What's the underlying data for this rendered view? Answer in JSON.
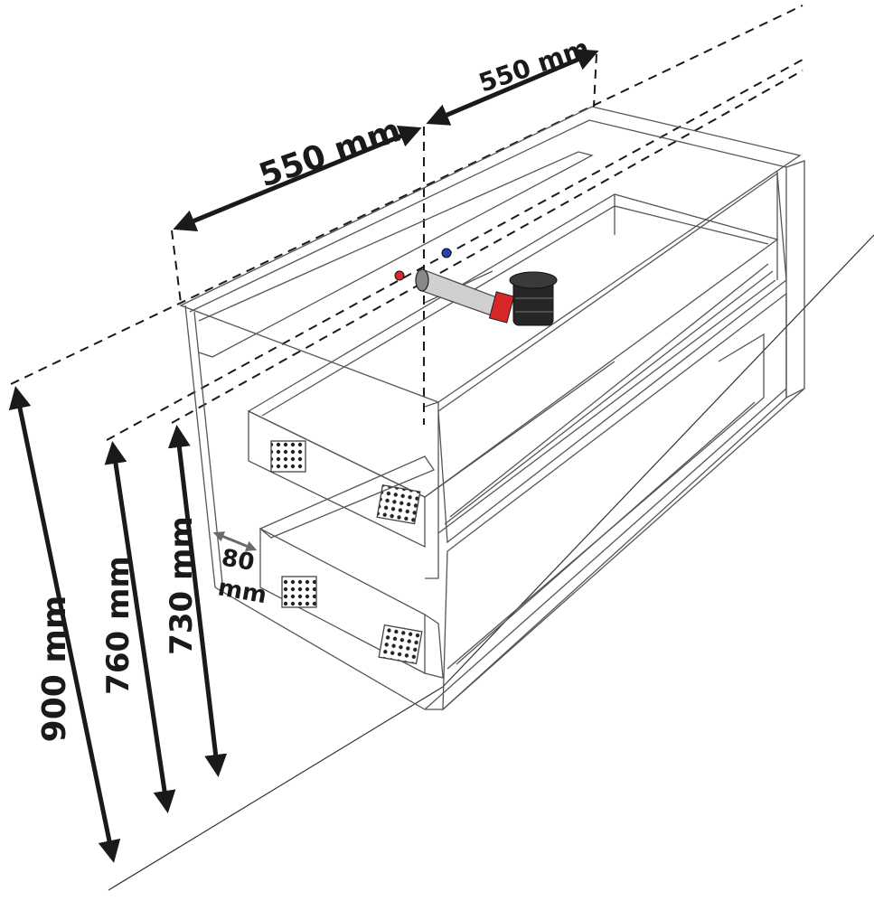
{
  "dimensions": {
    "width_left": "550 mm",
    "width_right": "550 mm",
    "height_total": "900 mm",
    "height_drain": "760 mm",
    "height_inlet": "730 mm",
    "drawer_gap_1": "80",
    "drawer_gap_2": "mm"
  },
  "colors": {
    "line": "#1a1a1a",
    "panel": "#555555",
    "hot_water": "#d62828",
    "cold_water": "#2b3fae",
    "siphon": "#222222",
    "pipe": "#cfcfcf",
    "accent_arrow": "#6a6a6a"
  }
}
